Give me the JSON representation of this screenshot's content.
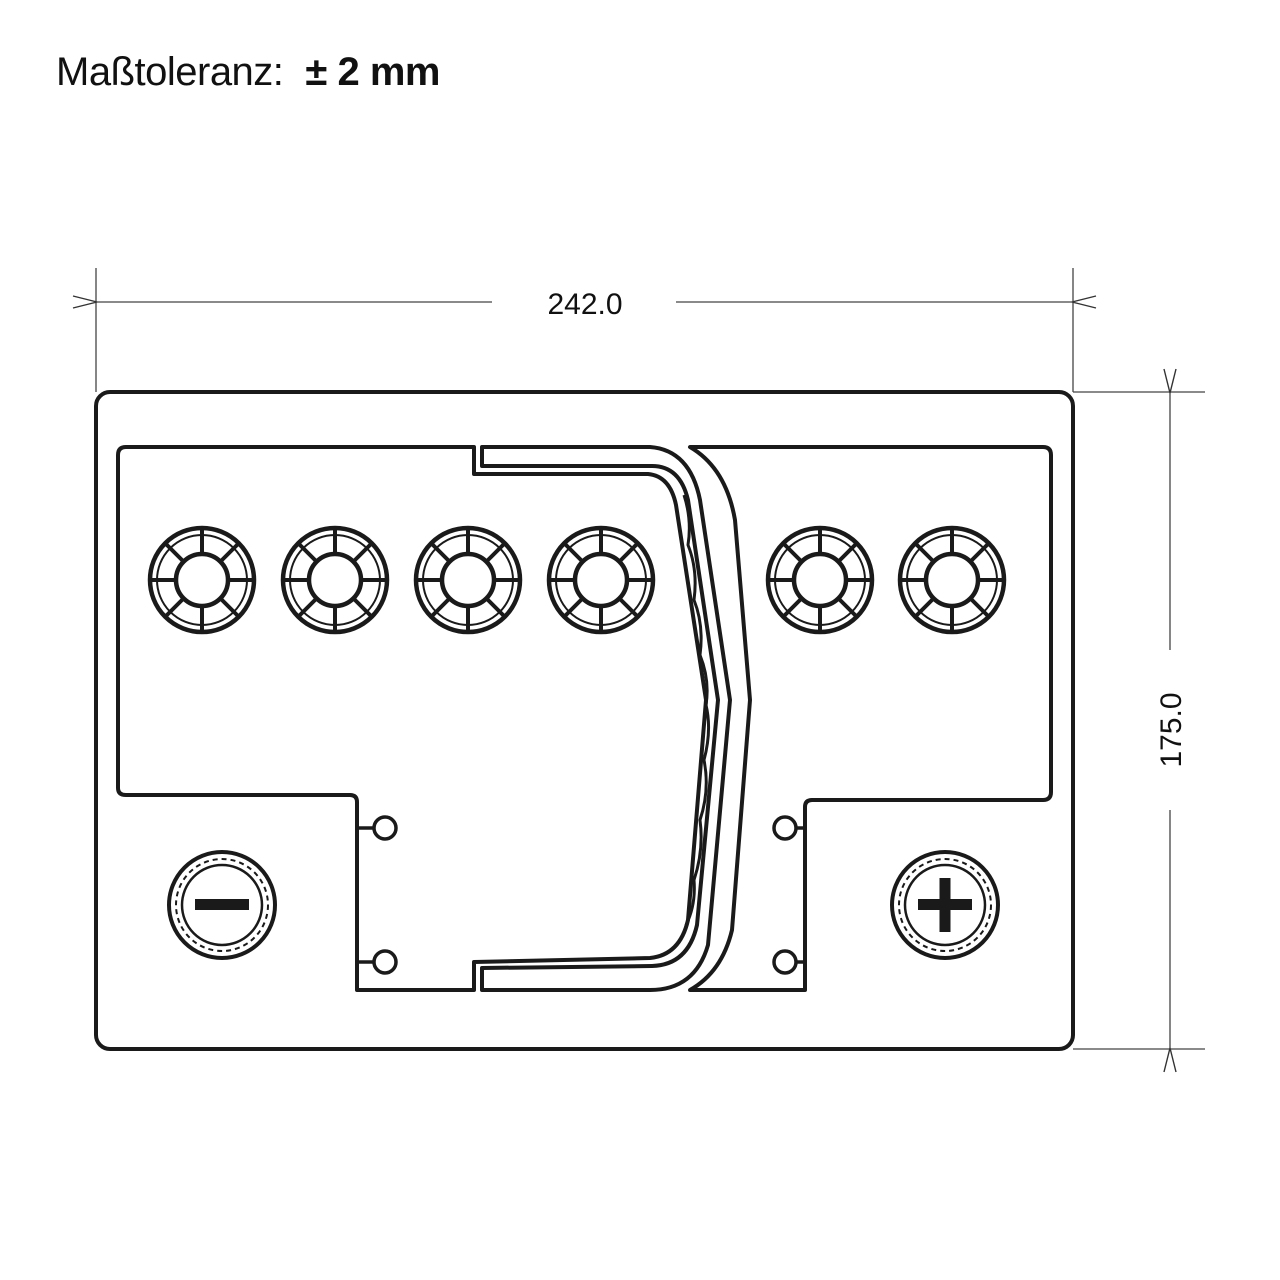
{
  "header": {
    "label": "Maßtoleranz:",
    "value": "± 2 mm"
  },
  "dimensions": {
    "width": "242.0",
    "height": "175.0"
  },
  "diagram": {
    "cell_count": 6,
    "terminals": [
      "negative",
      "positive"
    ],
    "line_color": "#1a1a1a"
  }
}
